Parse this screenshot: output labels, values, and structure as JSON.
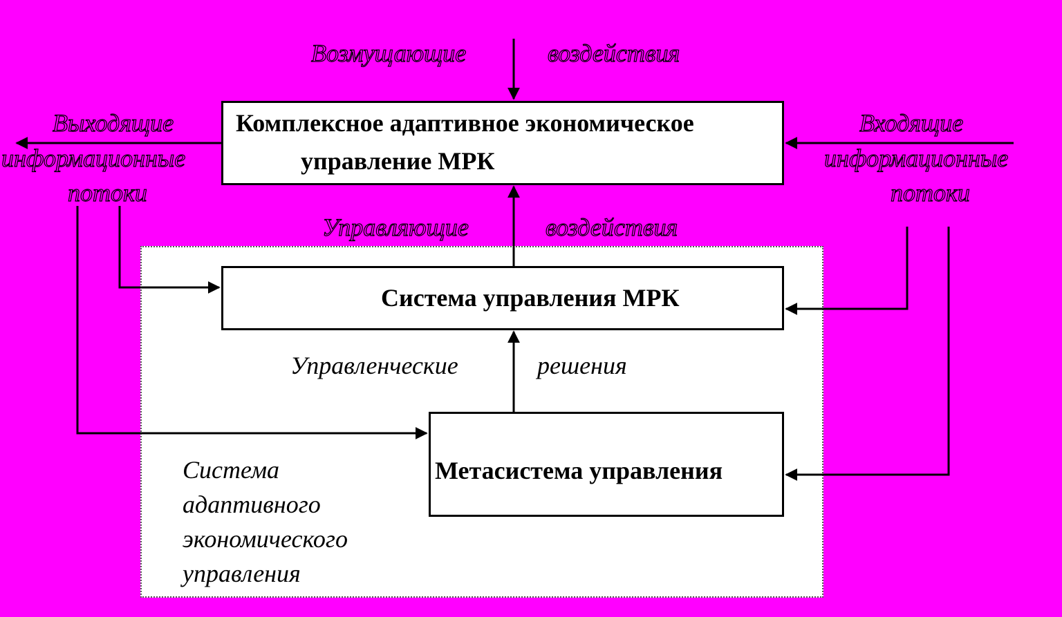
{
  "colors": {
    "background": "#ff00ff",
    "box_fill": "#ffffff",
    "line": "#000000"
  },
  "boxes": {
    "top": {
      "line1": "Комплексное адаптивное экономическое",
      "line2": "управление МРК"
    },
    "middle": "Система управления МРК",
    "meta": "Метасистема управления"
  },
  "labels": {
    "disturbance_1": "Возмущающие",
    "disturbance_2": "воздействия",
    "control_1": "Управляющие",
    "control_2": "воздействия",
    "outgoing_1": "Выходящие",
    "outgoing_2": "информационные",
    "outgoing_3": "потоки",
    "incoming_1": "Входящие",
    "incoming_2": "информационные",
    "incoming_3": "потоки",
    "decisions_1": "Управленческие",
    "decisions_2": "решения",
    "system_1": "Система",
    "system_2": "адаптивного",
    "system_3": "экономического",
    "system_4": "управления"
  }
}
